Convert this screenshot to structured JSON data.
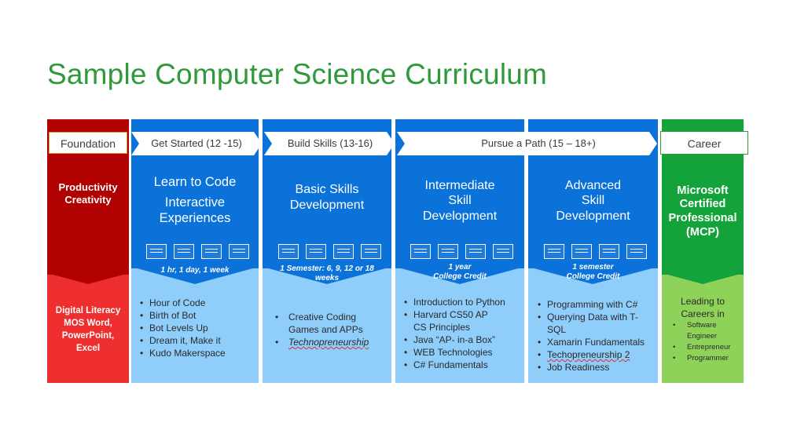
{
  "title": "Sample Computer Science Curriculum",
  "colors": {
    "title_green": "#2f9a3a",
    "foundation_dark_red": "#b00000",
    "foundation_red": "#ef2f2f",
    "stage_blue": "#0b72d9",
    "stage_light_blue": "#8fcdfa",
    "career_green": "#14a33b",
    "career_light_green": "#8fd25a"
  },
  "foundation": {
    "stage_label": "Foundation",
    "head_lines": [
      "Productivity",
      "Creativity"
    ],
    "detail_lines": [
      "Digital Literacy",
      "MOS Word,",
      "PowerPoint,",
      "Excel"
    ]
  },
  "stages": [
    {
      "stage_label": "Get Started (12 -15)",
      "head_lines": [
        "Learn to Code",
        "Interactive",
        "Experiences"
      ],
      "duration_lines": [
        "1 hr, 1 day, 1 week"
      ],
      "items": [
        "Hour of Code",
        "Birth of Bot",
        "Bot Levels Up",
        "Dream it, Make it",
        "Kudo Makerspace"
      ]
    },
    {
      "stage_label": "Build Skills (13-16)",
      "head_lines": [
        "Basic Skills",
        "Development"
      ],
      "duration_lines": [
        "1 Semester:  6, 9, 12 or 18",
        "weeks"
      ],
      "items": [
        "Creative Coding",
        "Games and APPs",
        "Technopreneurship"
      ]
    },
    {
      "stage_label": "Pursue a Path (15 – 18+)",
      "head_lines": [
        "Intermediate",
        "Skill",
        "Development"
      ],
      "duration_lines": [
        "1 year",
        "College Credit"
      ],
      "items": [
        "Introduction to Python",
        "Harvard CS50 AP",
        "CS Principles",
        "Java “AP- in-a Box”",
        "WEB Technologies",
        "C# Fundamentals"
      ]
    },
    {
      "head_lines": [
        "Advanced",
        "Skill",
        "Development"
      ],
      "duration_lines": [
        "1 semester",
        "College Credit"
      ],
      "items": [
        "Programming with C#",
        "Querying Data with T-",
        "SQL",
        "Xamarin Fundamentals",
        "Techopreneurship 2",
        "Job Readiness"
      ]
    }
  ],
  "career": {
    "stage_label": "Career",
    "head_lines": [
      "Microsoft",
      "Certified",
      "Professional",
      "(MCP)"
    ],
    "intro_lines": [
      "Leading to",
      "Careers in"
    ],
    "items": [
      "Software",
      "Engineer",
      "Entrepreneur",
      "Programmer"
    ]
  },
  "icons": [
    "laptop-icon",
    "briefcase-icon",
    "certificate-icon",
    "checklist-icon"
  ]
}
